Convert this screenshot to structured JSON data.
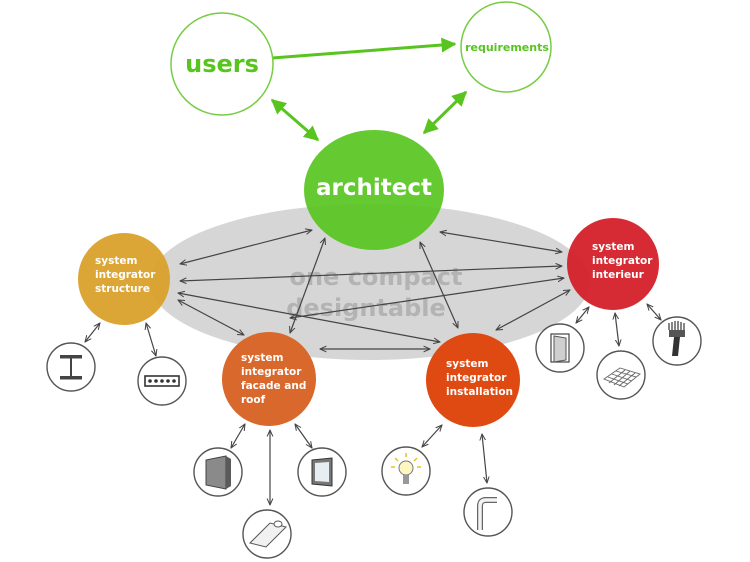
{
  "nodes": {
    "users": "users",
    "requirements": "requirements",
    "architect": "architect",
    "structure": [
      "system",
      "integrator",
      "structure"
    ],
    "facade": [
      "system",
      "integrator",
      "facade and",
      "roof"
    ],
    "installation": [
      "system",
      "integrator",
      "installation"
    ],
    "interieur": [
      "system",
      "integrator",
      "interieur"
    ]
  },
  "table_label": [
    "one compact",
    "designtable"
  ],
  "colors": {
    "green": "#58c41f",
    "green_outline": "#77cc44",
    "structure": "#d9a12a",
    "facade": "#d8682c",
    "installation": "#df4a12",
    "interieur": "#d42029",
    "table": "#cfcfcf",
    "table_text": "#b3b3b3",
    "arrow": "#444444",
    "icon_stroke": "#555555"
  },
  "icons": {
    "structure": [
      "steel-beam-icon",
      "hollow-core-slab-icon"
    ],
    "facade": [
      "facade-panel-icon",
      "membrane-roll-icon",
      "window-frame-icon"
    ],
    "installation": [
      "light-bulb-icon",
      "duct-pipe-icon"
    ],
    "interieur": [
      "interior-door-icon",
      "ceiling-grid-icon",
      "brush-icon"
    ]
  }
}
